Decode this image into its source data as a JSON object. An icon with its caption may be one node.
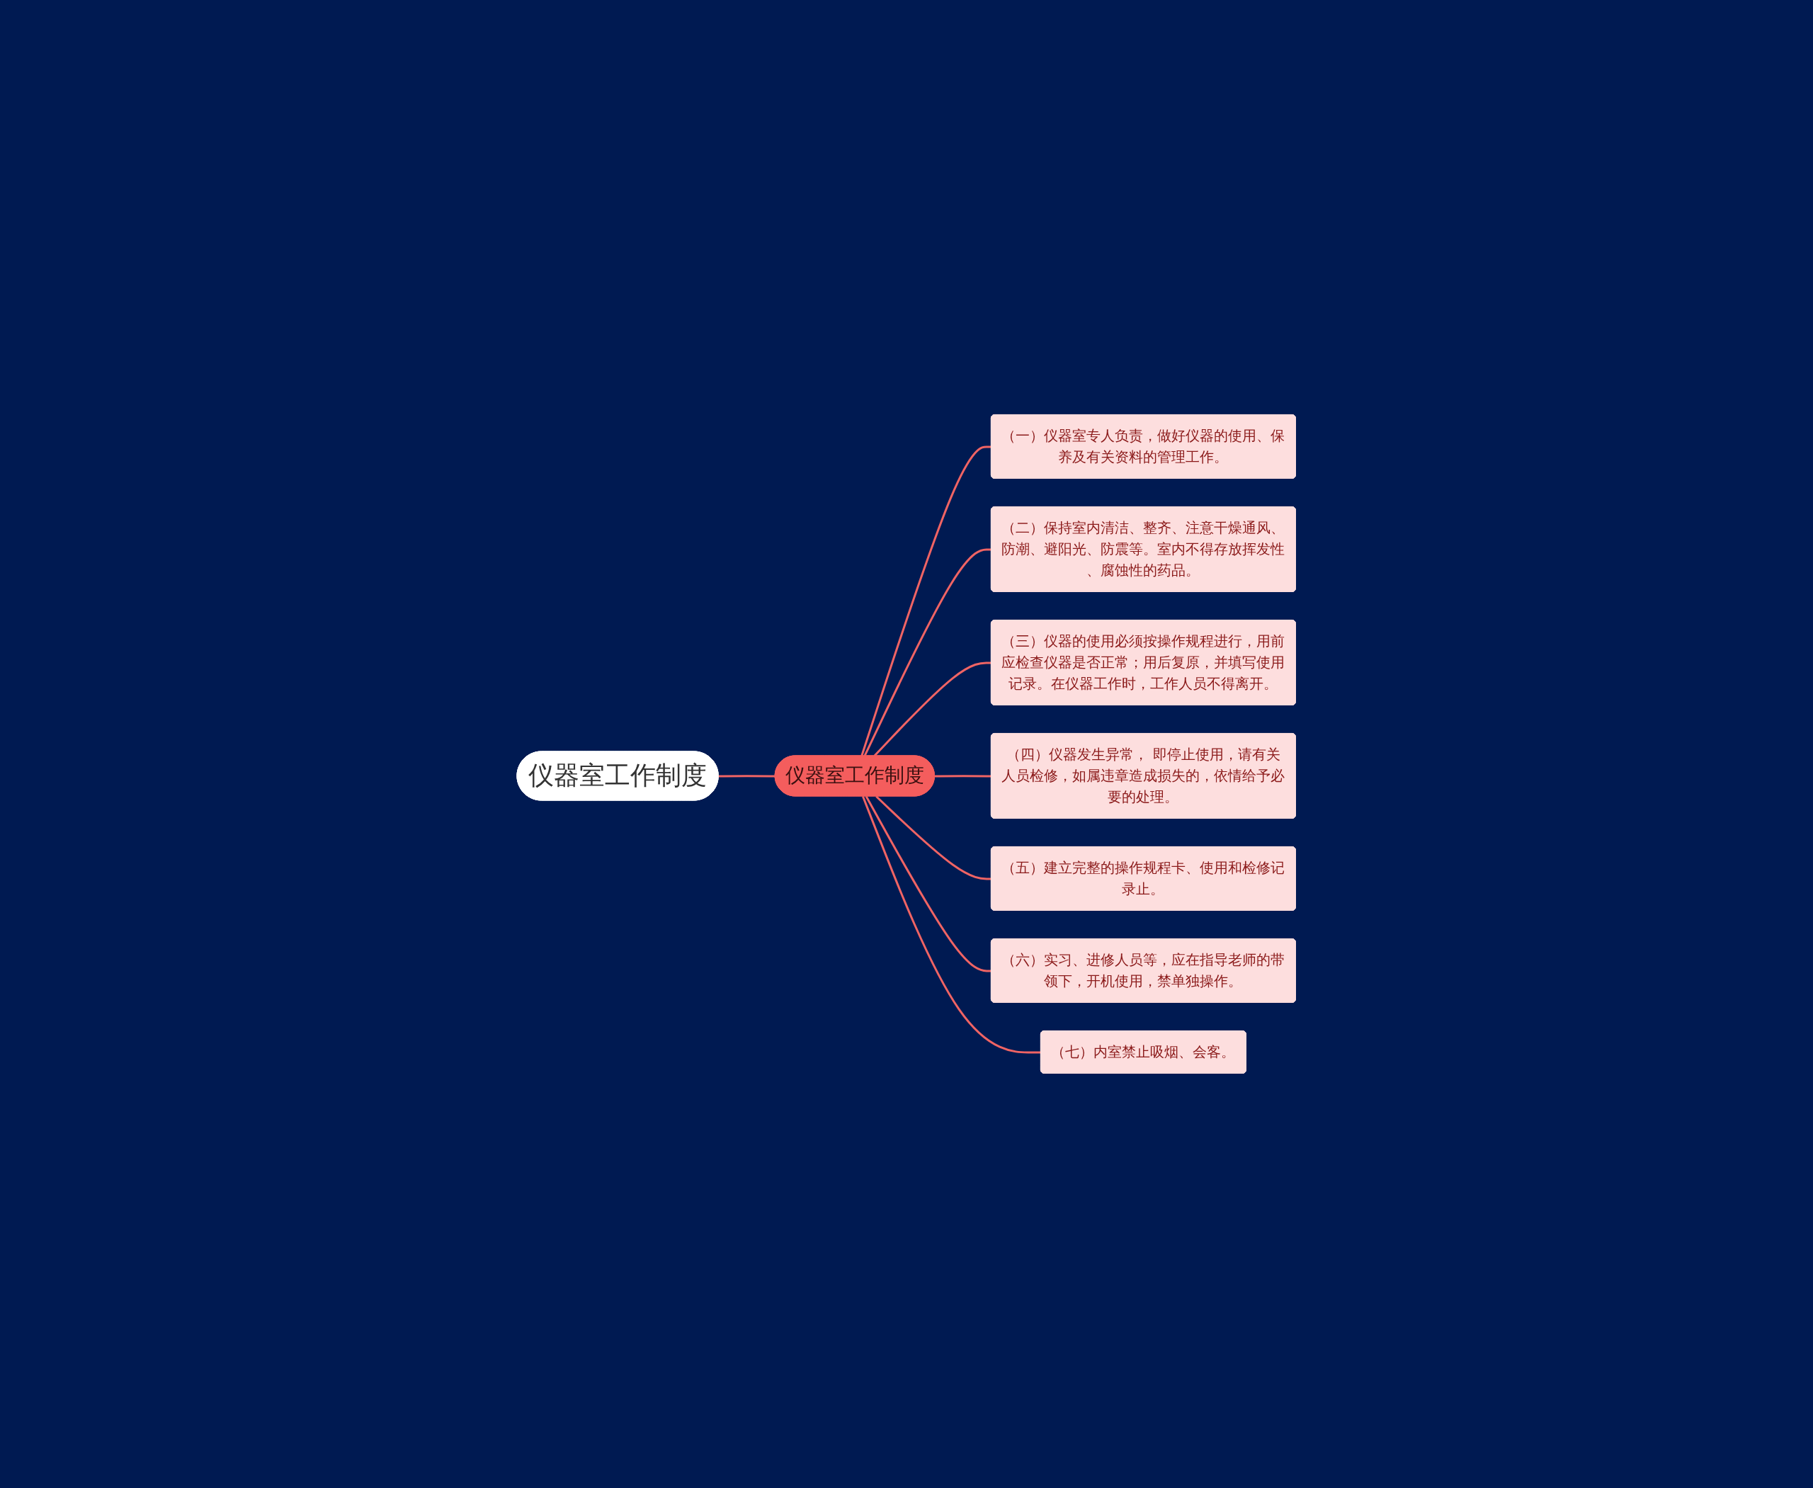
{
  "diagram": {
    "nodes": [
      {
        "text": [
          "仪器室工作制度"
        ]
      },
      {
        "text": [
          "仪器室工作制度"
        ]
      },
      {
        "text": [
          "（一）仪器室专人负责，做好仪器的使用、保养及有关资料的管理工作。"
        ]
      },
      {
        "text": [
          "（二）保持室内清洁、整齐、注意干燥通风、防潮、避阳光、防震等。室内不得存放挥发性、腐蚀性的药品。"
        ]
      },
      {
        "text": [
          "（三）仪器的使用必须按操作规程进行，用前应检查仪器是否正常；用后复原，并填写使用记录。在仪器工作时，工作人员不得离开。"
        ]
      },
      {
        "text": [
          "（四）仪器发生异常， 即停止使用，请有关人员检修，如属违章造成损失的，依情给予必要的处理。"
        ]
      },
      {
        "text": [
          "（五）建立完整的操作规程卡、使用和检修记录止。"
        ]
      },
      {
        "text": [
          "（六）实习、进修人员等，应在指导老师的带领下，开机使用，禁单独操作。"
        ]
      },
      {
        "text": [
          "（七）内室禁止吸烟、会客。"
        ]
      }
    ],
    "edges": [
      {
        "from": 0,
        "to": 1,
        "arrow": "none"
      },
      {
        "from": 1,
        "to": 2,
        "arrow": "none"
      },
      {
        "from": 1,
        "to": 3,
        "arrow": "none"
      },
      {
        "from": 1,
        "to": 4,
        "arrow": "none"
      },
      {
        "from": 1,
        "to": 5,
        "arrow": "none"
      },
      {
        "from": 1,
        "to": 6,
        "arrow": "none"
      },
      {
        "from": 1,
        "to": 7,
        "arrow": "none"
      },
      {
        "from": 1,
        "to": 8,
        "arrow": "none"
      }
    ]
  }
}
